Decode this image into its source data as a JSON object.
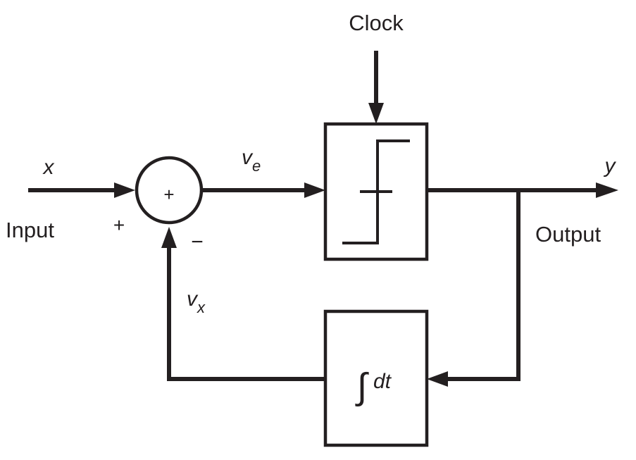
{
  "labels": {
    "clock": "Clock",
    "input_var": "x",
    "input_name": "Input",
    "plus_sign": "+",
    "minus_sign": "−",
    "summer_sign": "+",
    "error_var_base": "v",
    "error_var_sub": "e",
    "feedback_var_base": "v",
    "feedback_var_sub": "x",
    "output_var": "y",
    "output_name": "Output",
    "integrator_symbol": "∫",
    "integrator_dt": "dt"
  },
  "colors": {
    "ink": "#231f20",
    "background": "#ffffff"
  }
}
